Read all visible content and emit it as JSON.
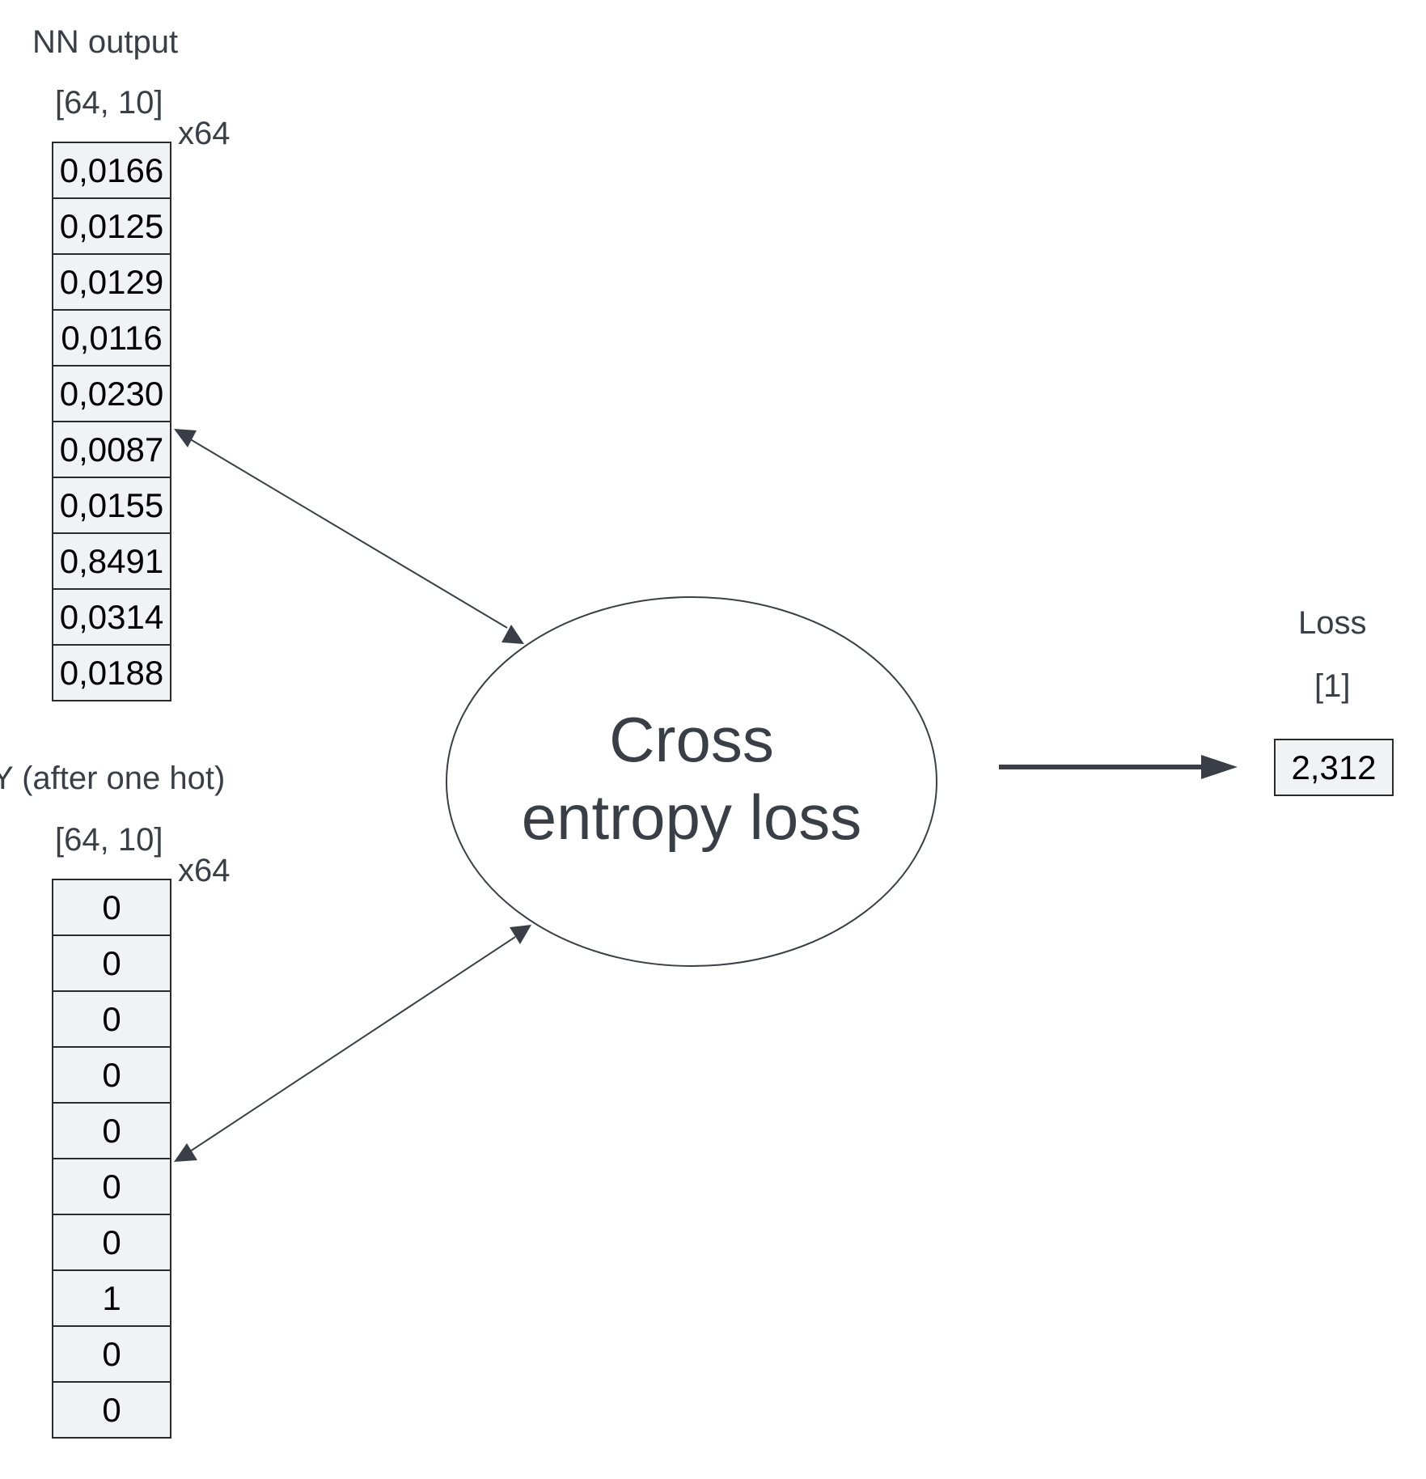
{
  "nn_output": {
    "title": "NN output",
    "shape": "[64, 10]",
    "multiplier": "x64",
    "values": [
      "0,0166",
      "0,0125",
      "0,0129",
      "0,0116",
      "0,0230",
      "0,0087",
      "0,0155",
      "0,8491",
      "0,0314",
      "0,0188"
    ]
  },
  "y_onehot": {
    "title": "Y (after one hot)",
    "shape": "[64, 10]",
    "multiplier": "x64",
    "values": [
      "0",
      "0",
      "0",
      "0",
      "0",
      "0",
      "0",
      "1",
      "0",
      "0"
    ]
  },
  "loss_node": {
    "line1": "Cross",
    "line2": "entropy loss"
  },
  "loss": {
    "title": "Loss",
    "shape": "[1]",
    "value": "2,312"
  },
  "colors": {
    "text": "#3a3f47",
    "cell_fill": "#f1f2f4",
    "border": "#2b2b2b"
  }
}
